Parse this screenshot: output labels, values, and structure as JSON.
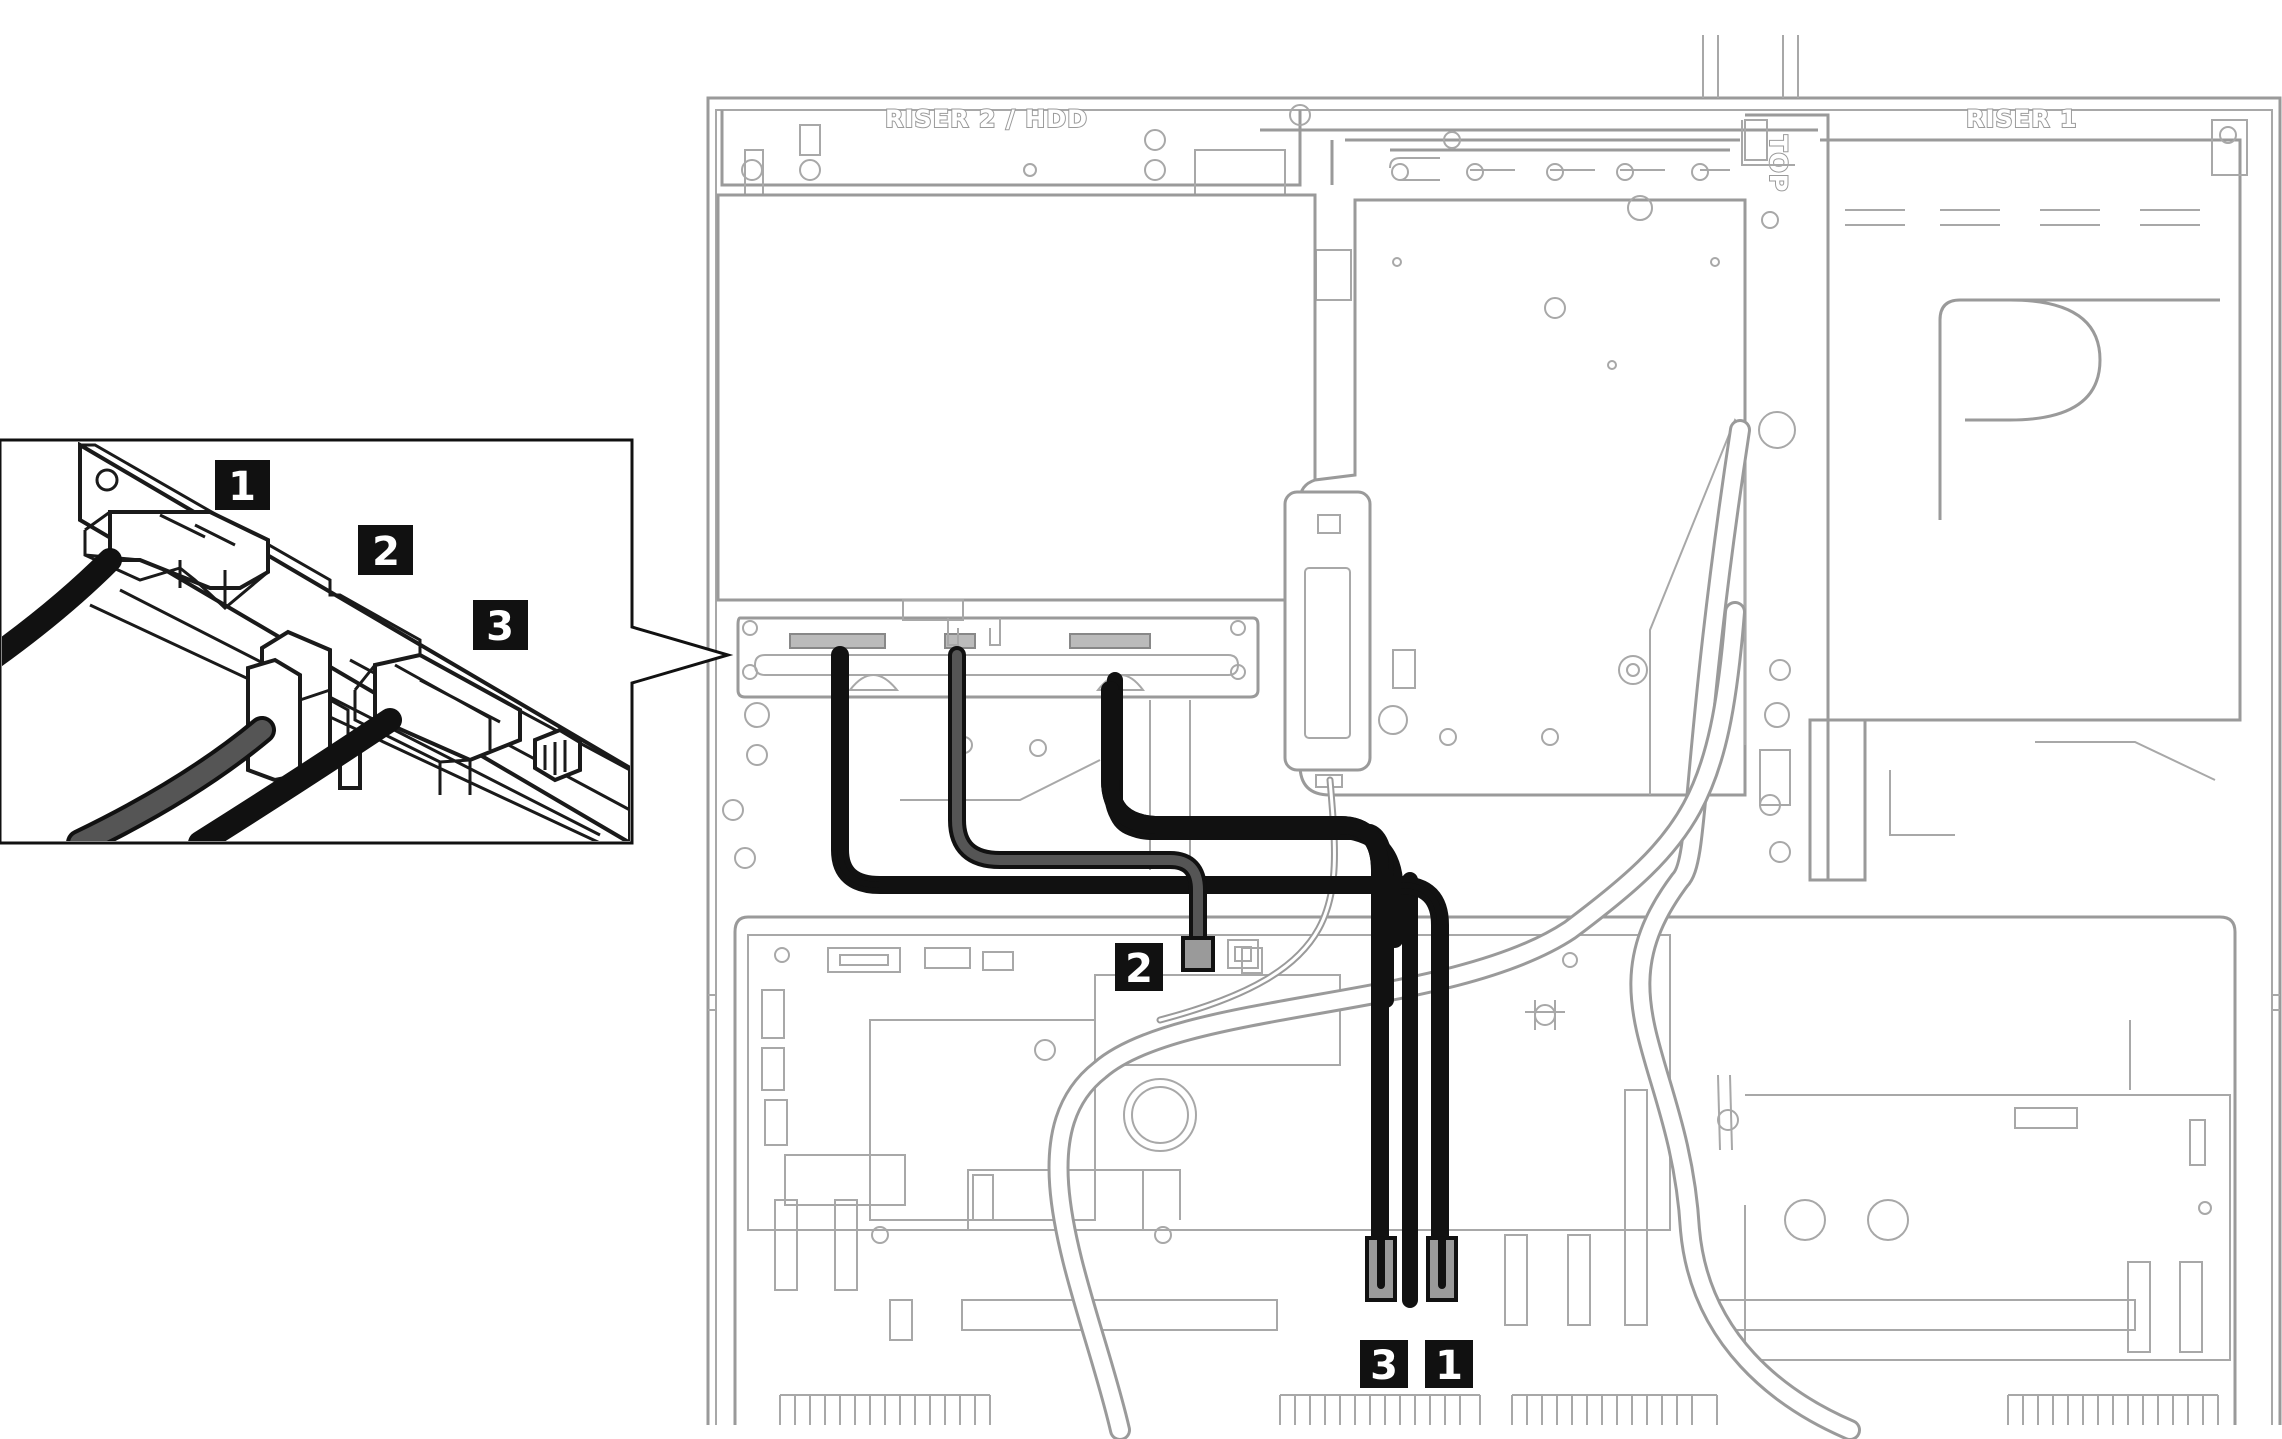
{
  "board_labels": {
    "riser2_hdd": "RISER 2 / HDD",
    "riser1": "RISER 1",
    "top": "TOP"
  },
  "callouts": {
    "inset_1": "1",
    "inset_2": "2",
    "inset_3": "3",
    "main_1": "1",
    "main_2": "2",
    "main_3": "3"
  },
  "colors": {
    "cable_black": "#111111",
    "cable_gray": "#555555",
    "outline": "#9a9a9a",
    "callout": "#111111"
  }
}
